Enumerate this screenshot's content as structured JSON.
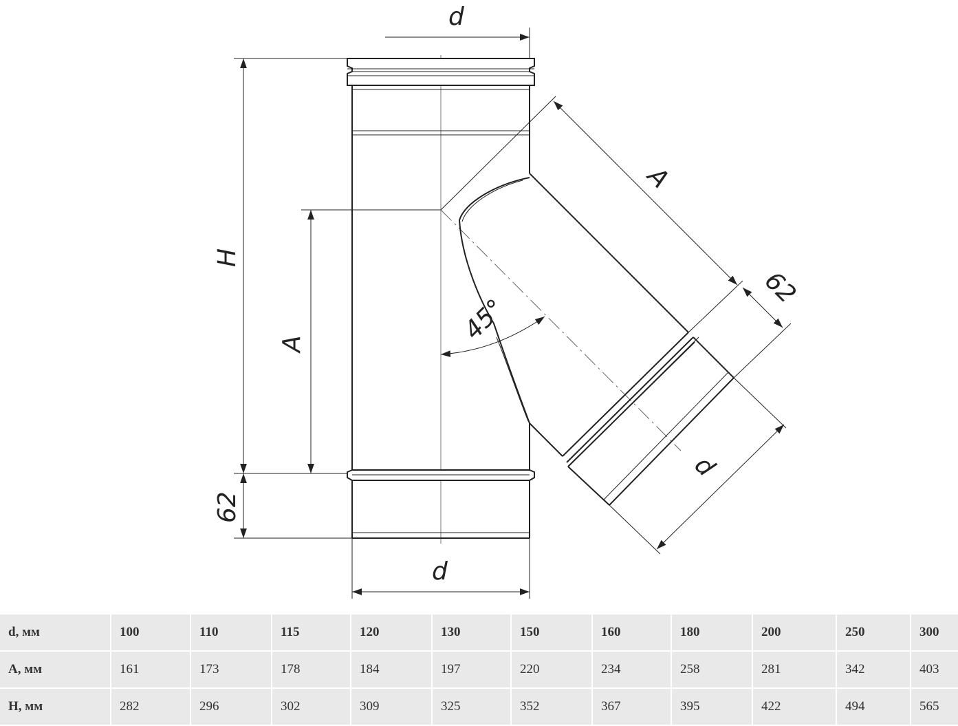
{
  "drawing": {
    "labels": {
      "d_top": "d",
      "d_bottom": "d",
      "d_branch": "d",
      "H": "H",
      "A_vertical": "A",
      "A_branch": "A",
      "socket_left": "62",
      "socket_branch": "62",
      "angle": "45°"
    }
  },
  "table": {
    "rows": [
      {
        "label": "d, мм",
        "values": [
          "100",
          "110",
          "115",
          "120",
          "130",
          "150",
          "160",
          "180",
          "200",
          "250",
          "300"
        ]
      },
      {
        "label": "A, мм",
        "values": [
          "161",
          "173",
          "178",
          "184",
          "197",
          "220",
          "234",
          "258",
          "281",
          "342",
          "403"
        ]
      },
      {
        "label": "H, мм",
        "values": [
          "282",
          "296",
          "302",
          "309",
          "325",
          "352",
          "367",
          "395",
          "422",
          "494",
          "565"
        ]
      }
    ]
  }
}
